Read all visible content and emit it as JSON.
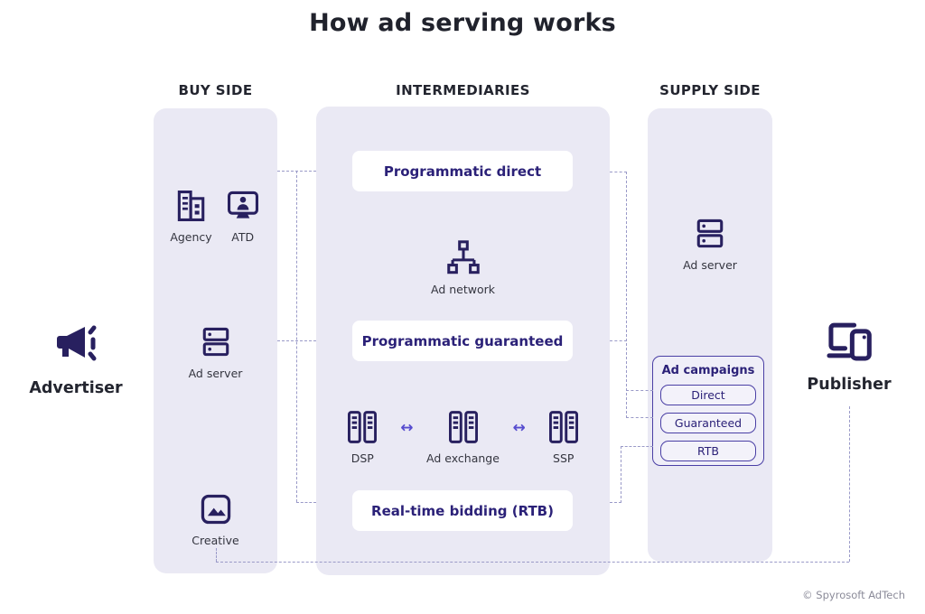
{
  "title": "How ad serving works",
  "attribution": "© Spyrosoft AdTech",
  "colors": {
    "indigo_icon": "#28205f",
    "indigo_text": "#2b2178",
    "panel_bg": "#eae9f4",
    "heading": "#23252f",
    "connector": "#9a9ac8"
  },
  "actors": {
    "advertiser": {
      "label": "Advertiser",
      "icon": "megaphone-icon"
    },
    "publisher": {
      "label": "Publisher",
      "icon": "devices-icon"
    }
  },
  "columns": {
    "buy_side": {
      "header": "BUY SIDE",
      "items": [
        {
          "label": "Agency",
          "icon": "agency-building-icon"
        },
        {
          "label": "ATD",
          "icon": "monitor-person-icon"
        },
        {
          "label": "Ad server",
          "icon": "server-icon"
        },
        {
          "label": "Creative",
          "icon": "image-icon"
        }
      ]
    },
    "intermediaries": {
      "header": "INTERMEDIARIES",
      "boxes": [
        {
          "label": "Programmatic direct"
        },
        {
          "label": "Programmatic guaranteed"
        },
        {
          "label": "Real-time bidding (RTB)"
        }
      ],
      "ad_network": {
        "label": "Ad network",
        "icon": "network-icon"
      },
      "exchange_row": [
        {
          "label": "DSP",
          "icon": "server-towers-icon"
        },
        {
          "label": "Ad exchange",
          "icon": "server-towers-icon"
        },
        {
          "label": "SSP",
          "icon": "server-towers-icon"
        }
      ],
      "arrow": "↔"
    },
    "supply_side": {
      "header": "SUPPLY SIDE",
      "ad_server": {
        "label": "Ad server",
        "icon": "server-icon"
      },
      "ad_campaigns": {
        "title": "Ad campaigns",
        "items": [
          "Direct",
          "Guaranteed",
          "RTB"
        ]
      }
    }
  }
}
